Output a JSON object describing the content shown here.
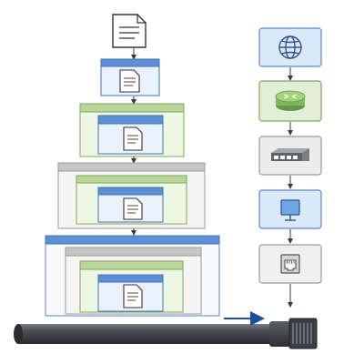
{
  "diagram": {
    "left_stack": {
      "layers": [
        {
          "name": "application-data",
          "icon": "document-icon"
        },
        {
          "name": "transport-segment",
          "icon": "document-icon",
          "header_color": "#5b8fd6",
          "body_color": "#eaf2fd"
        },
        {
          "name": "network-packet",
          "header_color": "#b9d79a",
          "body_color": "#eef6e4"
        },
        {
          "name": "data-link-frame",
          "header_color": "#c6c6c6",
          "body_color": "#f4f4f4"
        },
        {
          "name": "physical-bits",
          "header_color": "#5b8fd6",
          "body_color": "#f7f9fc"
        }
      ]
    },
    "right_stack": {
      "devices": [
        {
          "name": "internet-globe",
          "icon": "globe-icon",
          "color": "#dbe8f7",
          "border": "#5b86c4"
        },
        {
          "name": "router",
          "icon": "router-icon",
          "color": "#e2efd6",
          "border": "#7ea85c"
        },
        {
          "name": "switch",
          "icon": "switch-icon",
          "color": "#ececec",
          "border": "#9a9a9a"
        },
        {
          "name": "network-interface",
          "icon": "nic-icon",
          "color": "#dbe8f7",
          "border": "#5b86c4"
        },
        {
          "name": "ethernet-port",
          "icon": "ethernet-port-icon",
          "color": "#f0f0f0",
          "border": "#9a9a9a"
        }
      ]
    },
    "cable": {
      "icon": "ethernet-cable-icon",
      "color": "#45484c"
    },
    "arrow_color": "#3a3a3a",
    "accent_arrow_color": "#1f4f9c"
  }
}
